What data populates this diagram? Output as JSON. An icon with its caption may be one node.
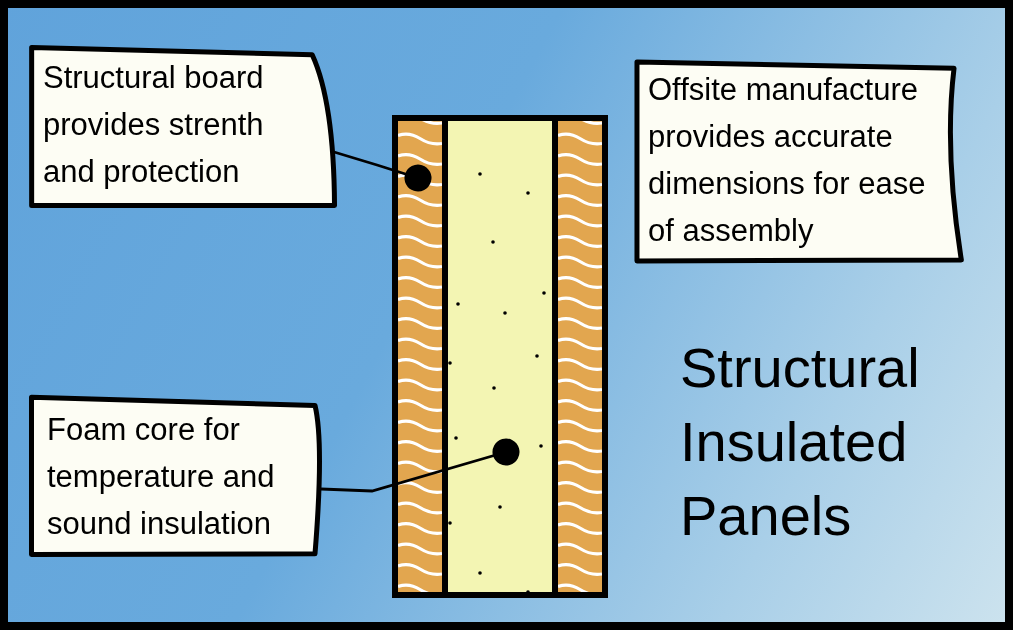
{
  "diagram": {
    "title": "Structural Insulated Panels",
    "nodes": [
      {
        "text": [
          "Structural board provides strenth and protection"
        ]
      },
      {
        "text": [
          "Offsite manufacture provides accurate dimensions for ease of assembly"
        ]
      },
      {
        "text": [
          "Foam core for temperature and sound insulation"
        ]
      },
      {
        "text": [],
        "shape": "box"
      },
      {
        "text": [],
        "shape": "box"
      },
      {
        "text": [],
        "shape": "box"
      }
    ],
    "edges": [
      {
        "from": 0,
        "to": 3,
        "arrow": "other"
      },
      {
        "from": 2,
        "to": 4,
        "arrow": "other"
      }
    ]
  }
}
